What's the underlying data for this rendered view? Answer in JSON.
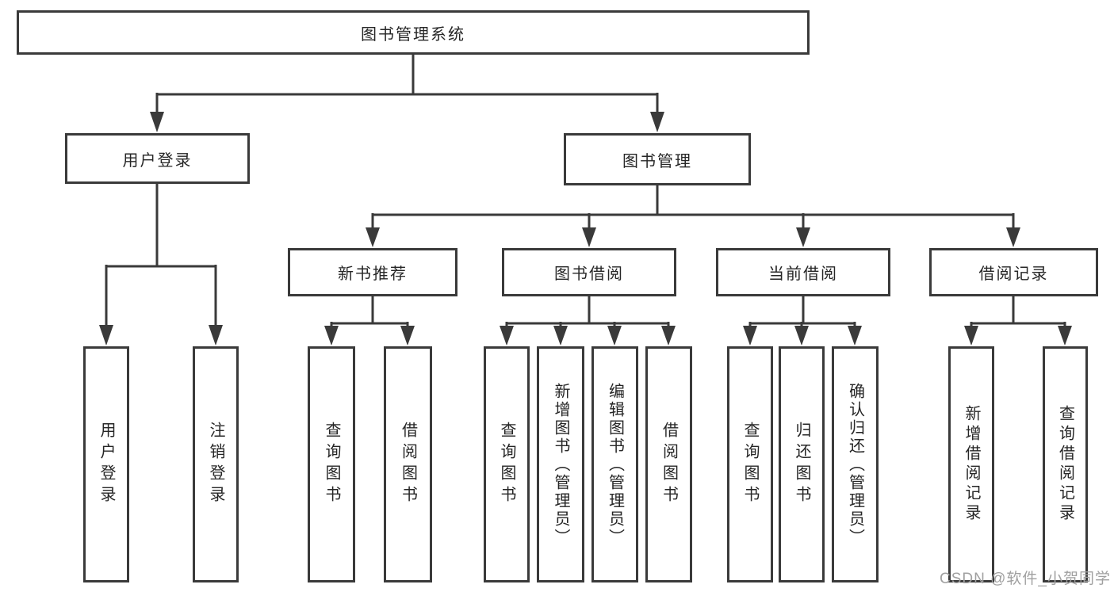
{
  "diagram": {
    "title": "图书管理系统",
    "nodes": {
      "root": "图书管理系统",
      "user_login": "用户登录",
      "book_management": "图书管理",
      "new_book_recommendation": "新书推荐",
      "book_borrowing": "图书借阅",
      "current_borrowing": "当前借阅",
      "borrowing_records": "借阅记录",
      "leaf_user_login": "用户登录",
      "leaf_logout": "注销登录",
      "leaf_query_books_1": "查询图书",
      "leaf_borrow_books_1": "借阅图书",
      "leaf_query_books_2": "查询图书",
      "leaf_add_books_admin": "新增图书（管理员）",
      "leaf_edit_books_admin": "编辑图书（管理员）",
      "leaf_borrow_books_2": "借阅图书",
      "leaf_query_books_3": "查询图书",
      "leaf_return_books": "归还图书",
      "leaf_confirm_return_admin": "确认归还（管理员）",
      "leaf_add_borrow_record": "新增借阅记录",
      "leaf_query_borrow_record": "查询借阅记录"
    },
    "colors": {
      "line": "#3a3a3a",
      "text": "#262626",
      "background": "#ffffff",
      "watermark": "#a0a0a0"
    }
  },
  "watermark": "CSDN @软件_小贺同学"
}
